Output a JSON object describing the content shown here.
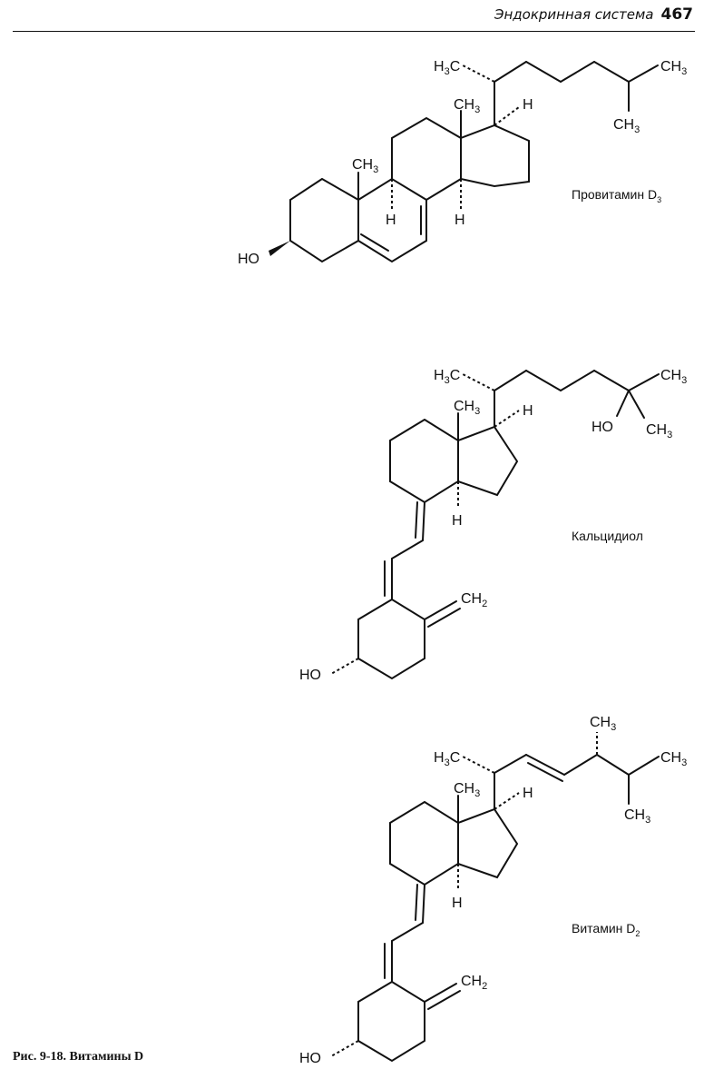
{
  "header": {
    "section_title": "Эндокринная система",
    "page_number": "467"
  },
  "compounds": [
    {
      "label": "Провитамин D",
      "label_sub": "3"
    },
    {
      "label": "Кальцидиол"
    },
    {
      "label": "Витамин D",
      "label_sub": "2"
    }
  ],
  "figure": {
    "caption": "Рис. 9-18. Витамины D"
  },
  "atoms": {
    "ch3": "CH3",
    "h3c": "H3C",
    "h": "H",
    "ho": "HO",
    "ch2": "CH2"
  }
}
